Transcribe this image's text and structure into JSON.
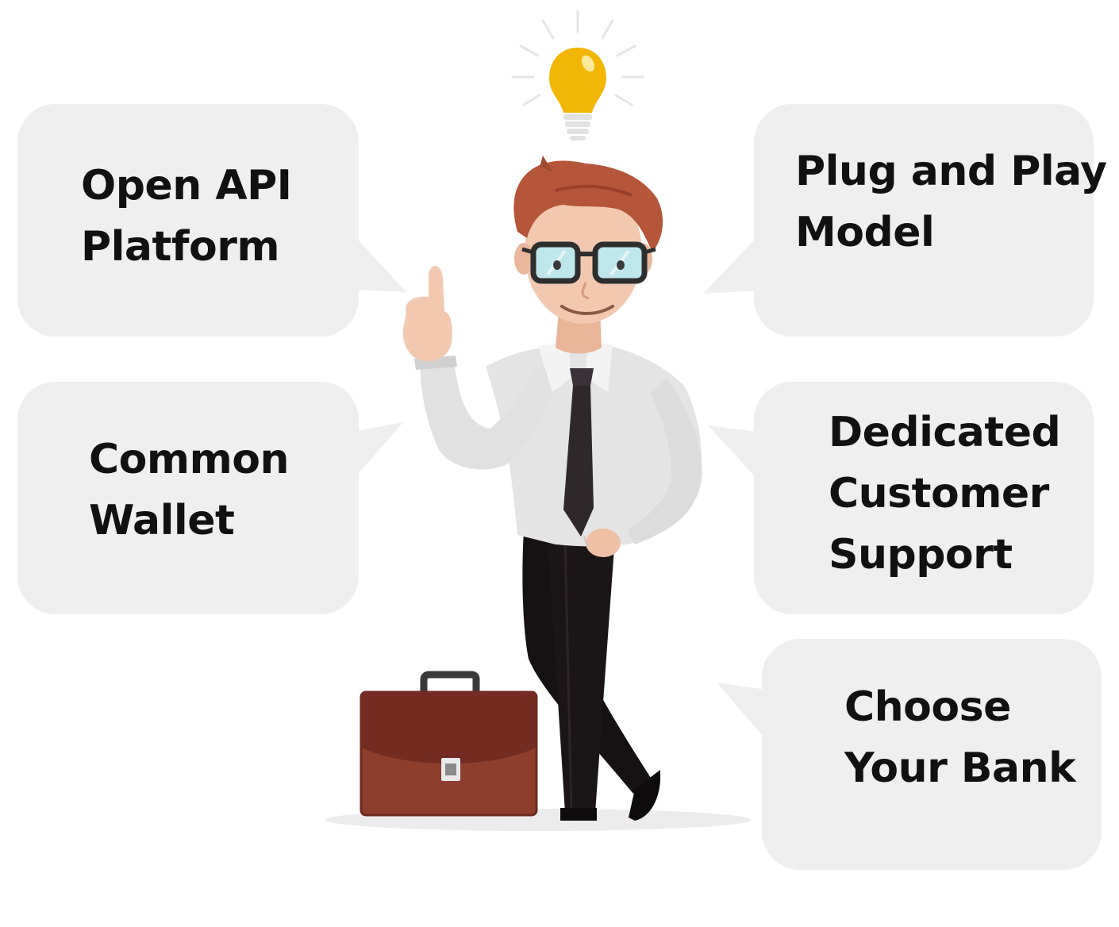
{
  "bubbles": {
    "open_api": {
      "lines": [
        "Open API",
        "Platform"
      ],
      "icon": "speech-bubble-icon"
    },
    "plug_and_play": {
      "lines": [
        "Plug and Play",
        "Model"
      ],
      "icon": "speech-bubble-icon"
    },
    "common_wallet": {
      "lines": [
        "Common",
        "Wallet"
      ],
      "icon": "speech-bubble-icon"
    },
    "customer_support": {
      "lines": [
        "Dedicated",
        "Customer",
        "Support"
      ],
      "icon": "speech-bubble-icon"
    },
    "choose_bank": {
      "lines": [
        "Choose",
        "Your Bank"
      ],
      "icon": "speech-bubble-icon"
    }
  },
  "illustration": {
    "figure": "businessman-pointing-up-icon",
    "idea": "light-bulb-icon",
    "bag": "briefcase-icon"
  },
  "colors": {
    "bubble_fill": "#efefef",
    "text": "#111111",
    "bulb": "#f2b705",
    "hair": "#b5553a",
    "briefcase": "#8b3a2b",
    "tie": "#3a3236",
    "trousers": "#161214"
  }
}
